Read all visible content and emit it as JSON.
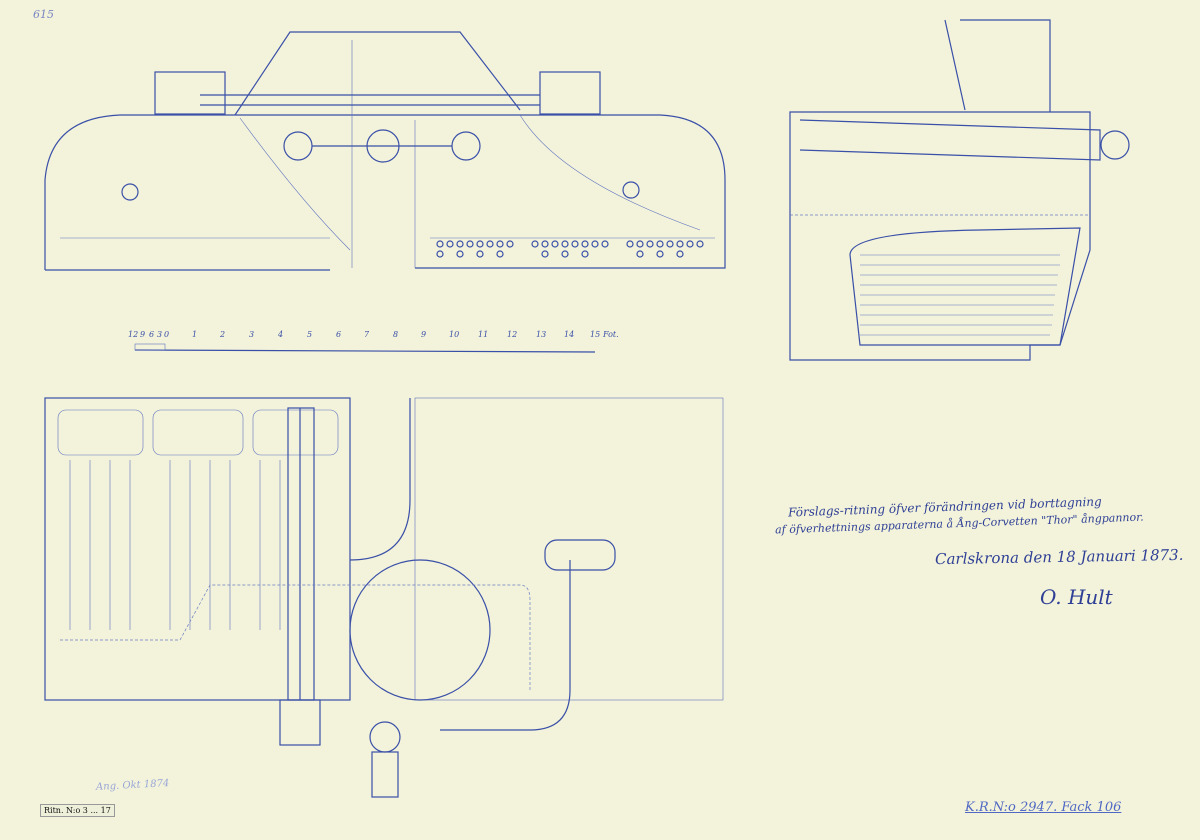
{
  "corner_number": "615",
  "title_block": {
    "line1": "Förslags-ritning öfver förändringen vid borttagning",
    "line2": "af öfverhettnings apparaterna å Ång-Corvetten \"Thor\" ångpannor.",
    "place_date": "Carlskrona den 18 Januari 1873.",
    "signature": "O. Hult"
  },
  "scale": {
    "labels": [
      "12",
      "9",
      "6",
      "3",
      "0",
      "1",
      "2",
      "3",
      "4",
      "5",
      "6",
      "7",
      "8",
      "9",
      "10",
      "11",
      "12",
      "13",
      "14",
      "15"
    ],
    "unit": "Fot."
  },
  "archive_reference": "K.R.N:o 2947. Fack 106",
  "stamp_text": "Ritn. N:o 3 ... 17",
  "margin_note": "Ang. Okt 1874"
}
